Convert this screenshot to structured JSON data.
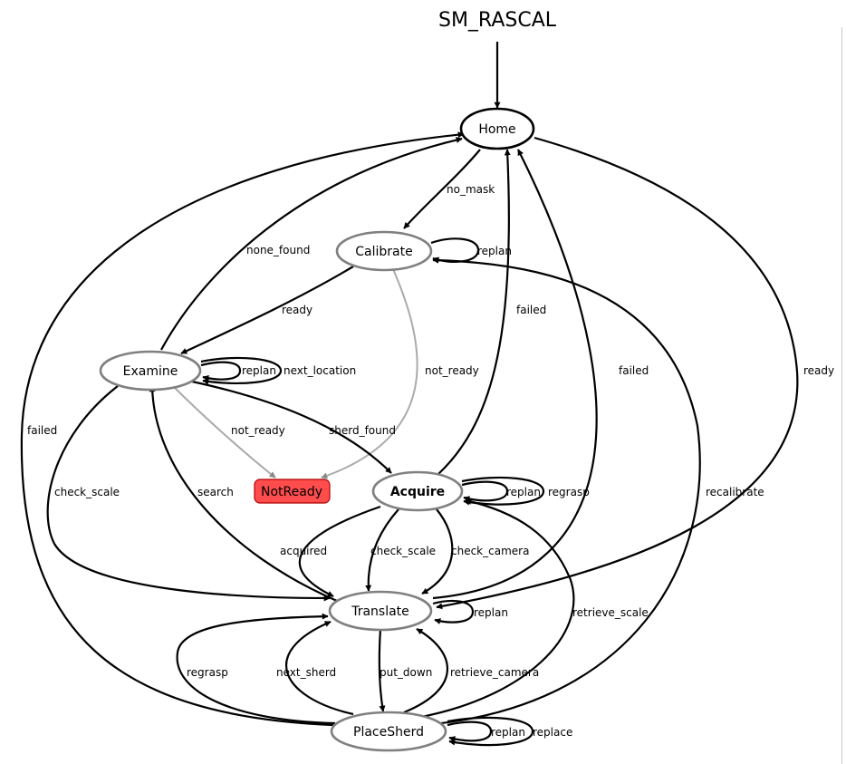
{
  "title": "SM_RASCAL",
  "nodes": {
    "home": "Home",
    "calibrate": "Calibrate",
    "examine": "Examine",
    "notready": "NotReady",
    "acquire": "Acquire",
    "translate": "Translate",
    "placesherd": "PlaceSherd"
  },
  "edges": {
    "no_mask": "no_mask",
    "calibrate_replan": "replan",
    "none_found": "none_found",
    "calibrate_ready": "ready",
    "acquire_failed": "failed",
    "examine_replan": "replan",
    "next_location": "next_location",
    "calibrate_not_ready": "not_ready",
    "translate_failed": "failed",
    "home_ready": "ready",
    "placesherd_failed": "failed",
    "examine_not_ready": "not_ready",
    "sherd_found": "sherd_found",
    "check_scale_examine": "check_scale",
    "search": "search",
    "acquire_replan": "replan",
    "regrasp_acquire": "regrasp",
    "recalibrate": "recalibrate",
    "acquired": "acquired",
    "check_scale_acquire": "check_scale",
    "check_camera": "check_camera",
    "translate_replan": "replan",
    "retrieve_scale": "retrieve_scale",
    "regrasp_placesherd": "regrasp",
    "next_sherd": "next_sherd",
    "put_down": "put_down",
    "retrieve_camera": "retrieve_camera",
    "placesherd_replan": "replan",
    "replace": "replace"
  },
  "colors": {
    "notready_fill": "#ff4c4c",
    "inactive_border": "#808080",
    "gray_edge": "#aaaaaa"
  }
}
